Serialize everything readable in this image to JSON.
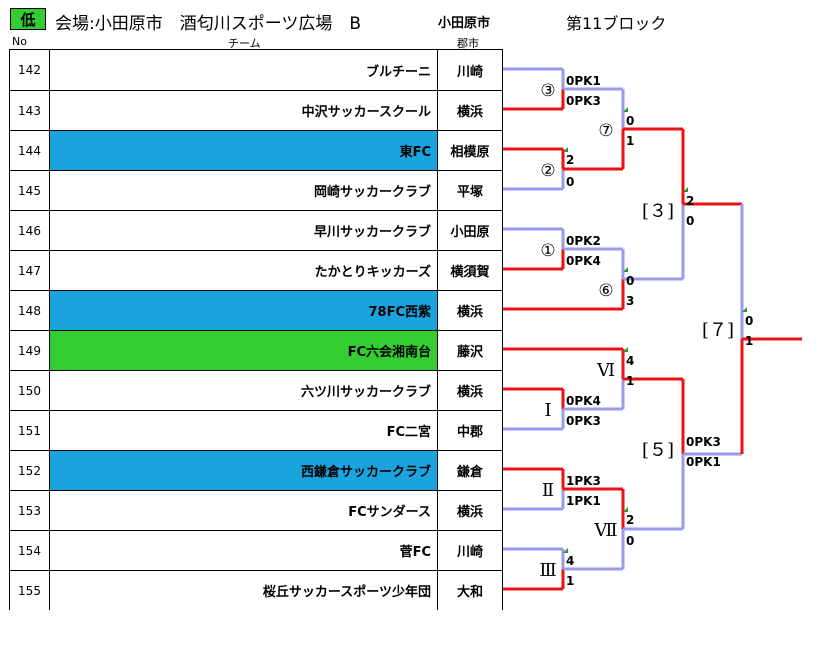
{
  "header": {
    "level": "低",
    "venue": "会場:小田原市　酒匂川スポーツ広場　B",
    "city": "小田原市",
    "block": "第11ブロック"
  },
  "columns": {
    "no": "No",
    "team": "チーム",
    "city": "郡市"
  },
  "colors": {
    "win": "#ee1111",
    "lose": "#9999ee",
    "highlight_blue": "#1aa3dd",
    "highlight_green": "#33cc33"
  },
  "teams": [
    {
      "no": "142",
      "name": "ブルチーニ",
      "city": "川崎",
      "highlight": ""
    },
    {
      "no": "143",
      "name": "中沢サッカースクール",
      "city": "横浜",
      "highlight": ""
    },
    {
      "no": "144",
      "name": "東FC",
      "city": "相模原",
      "highlight": "blue"
    },
    {
      "no": "145",
      "name": "岡崎サッカークラブ",
      "city": "平塚",
      "highlight": ""
    },
    {
      "no": "146",
      "name": "早川サッカークラブ",
      "city": "小田原",
      "highlight": ""
    },
    {
      "no": "147",
      "name": "たかとりキッカーズ",
      "city": "横須賀",
      "highlight": ""
    },
    {
      "no": "148",
      "name": "78FC西紫",
      "city": "横浜",
      "highlight": "blue"
    },
    {
      "no": "149",
      "name": "FC六会湘南台",
      "city": "藤沢",
      "highlight": "green"
    },
    {
      "no": "150",
      "name": "六ツ川サッカークラブ",
      "city": "横浜",
      "highlight": ""
    },
    {
      "no": "151",
      "name": "FC二宮",
      "city": "中郡",
      "highlight": ""
    },
    {
      "no": "152",
      "name": "西鎌倉サッカークラブ",
      "city": "鎌倉",
      "highlight": "blue"
    },
    {
      "no": "153",
      "name": "FCサンダース",
      "city": "横浜",
      "highlight": ""
    },
    {
      "no": "154",
      "name": "菅FC",
      "city": "川崎",
      "highlight": ""
    },
    {
      "no": "155",
      "name": "桜丘サッカースポーツ少年団",
      "city": "大和",
      "highlight": ""
    }
  ],
  "matches": [
    {
      "label": "③",
      "top_score": "0PK1",
      "bottom_score": "0PK3"
    },
    {
      "label": "②",
      "top_score": "2",
      "bottom_score": "0"
    },
    {
      "label": "⑦",
      "top_score": "0",
      "bottom_score": "1"
    },
    {
      "label": "①",
      "top_score": "0PK2",
      "bottom_score": "0PK4"
    },
    {
      "label": "⑥",
      "top_score": "0",
      "bottom_score": "3"
    },
    {
      "label": "[３]",
      "top_score": "2",
      "bottom_score": "0"
    },
    {
      "label": "Ⅵ",
      "top_score": "4",
      "bottom_score": "1"
    },
    {
      "label": "Ⅰ",
      "top_score": "0PK4",
      "bottom_score": "0PK3"
    },
    {
      "label": "Ⅱ",
      "top_score": "1PK3",
      "bottom_score": "1PK1"
    },
    {
      "label": "Ⅶ",
      "top_score": "2",
      "bottom_score": "0"
    },
    {
      "label": "Ⅲ",
      "top_score": "4",
      "bottom_score": "1"
    },
    {
      "label": "[５]",
      "top_score": "0PK3",
      "bottom_score": "0PK1"
    },
    {
      "label": "[７]",
      "top_score": "0",
      "bottom_score": "1"
    }
  ]
}
